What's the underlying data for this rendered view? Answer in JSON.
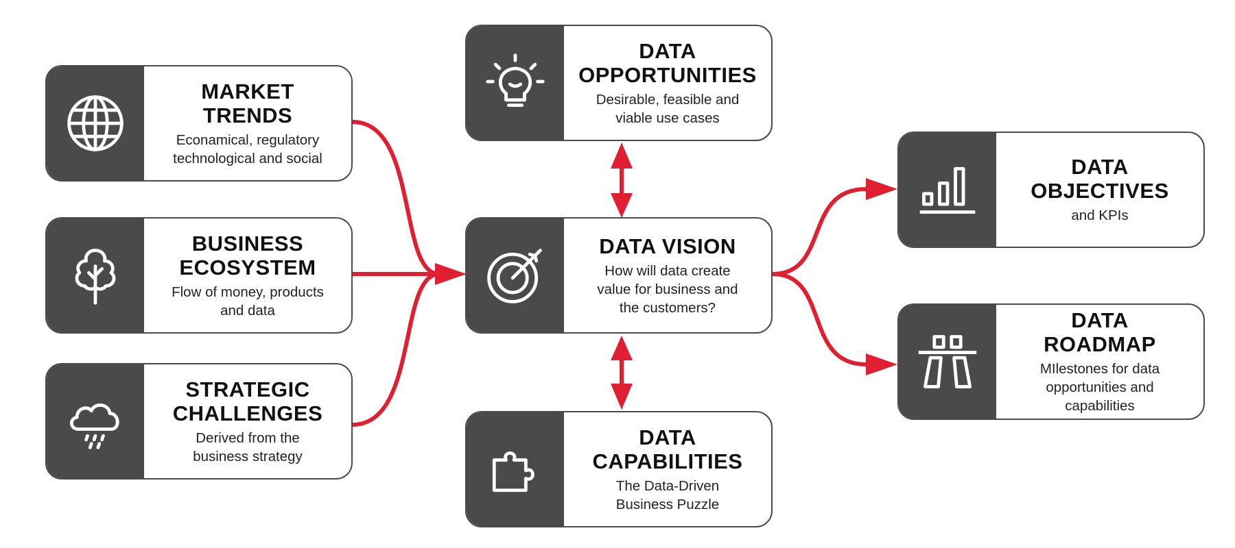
{
  "colors": {
    "accent": "#e01f33",
    "dark": "#4a4a4a",
    "text": "#111111"
  },
  "cards": {
    "market_trends": {
      "title": "MARKET\nTRENDS",
      "desc": "Econamical, regulatory\ntechnological and social",
      "icon": "globe-icon"
    },
    "business_ecosystem": {
      "title": "BUSINESS\nECOSYSTEM",
      "desc": "Flow of money, products\nand data",
      "icon": "tree-icon"
    },
    "strategic_challenges": {
      "title": "STRATEGIC\nCHALLENGES",
      "desc": "Derived from the\nbusiness strategy",
      "icon": "rain-cloud-icon"
    },
    "data_opportunities": {
      "title": "DATA\nOPPORTUNITIES",
      "desc": "Desirable, feasible and\nviable use cases",
      "icon": "lightbulb-icon"
    },
    "data_vision": {
      "title": "DATA VISION",
      "desc": "How will data create\nvalue for business and\nthe customers?",
      "icon": "target-icon"
    },
    "data_capabilities": {
      "title": "DATA\nCAPABILITIES",
      "desc": "The Data-Driven\nBusiness Puzzle",
      "icon": "puzzle-icon"
    },
    "data_objectives": {
      "title": "DATA\nOBJECTIVES",
      "desc": "and KPIs",
      "icon": "bar-chart-icon"
    },
    "data_roadmap": {
      "title": "DATA\nROADMAP",
      "desc": "MIlestones for data\nopportunities and\ncapabilities",
      "icon": "road-icon"
    }
  }
}
